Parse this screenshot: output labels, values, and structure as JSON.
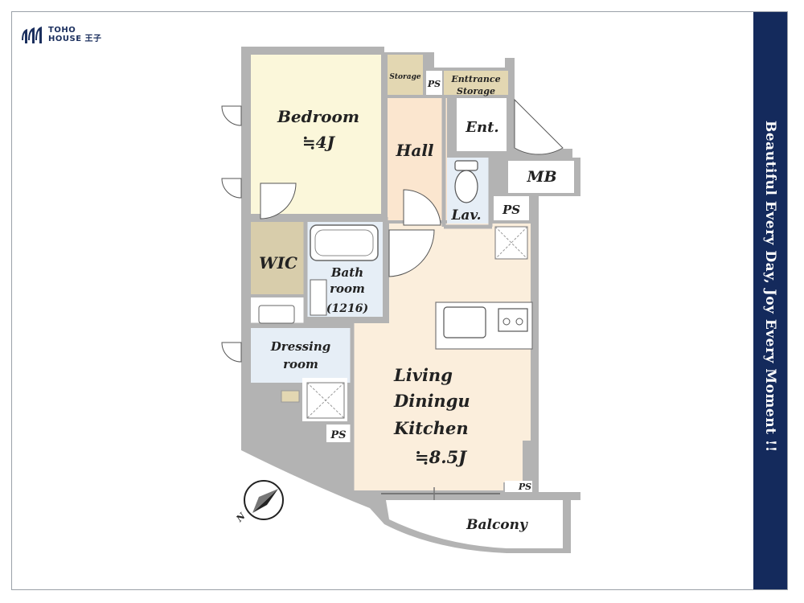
{
  "brand": {
    "line1": "TOHO",
    "line2": "HOUSE 王子"
  },
  "tagline": "Beautiful Every Day, Joy Every Moment !!",
  "colors": {
    "wall": "#b3b3b3",
    "bedroom": "#fbf7da",
    "hall": "#fbe6cf",
    "ldk": "#fbeedc",
    "wic": "#d8cdab",
    "wet": "#e6eef6",
    "storage": "#e3d7b2",
    "band": "#142a5c"
  },
  "rooms": {
    "bedroom": {
      "name": "Bedroom",
      "size": "≒4J"
    },
    "hall": "Hall",
    "storage": "Storage",
    "ps": "PS",
    "entrance_storage_1": "Enttrance",
    "entrance_storage_2": "Storage",
    "ent": "Ent.",
    "mb": "MB",
    "lav": "Lav.",
    "wic": "WIC",
    "bath_1": "Bath",
    "bath_2": "room",
    "bath_3": "(1216)",
    "dressing_1": "Dressing",
    "dressing_2": "room",
    "ldk_1": "Living",
    "ldk_2": "Diningu",
    "ldk_3": "Kitchen",
    "ldk_size": "≒8.5J",
    "balcony": "Balcony",
    "compass": "N"
  }
}
